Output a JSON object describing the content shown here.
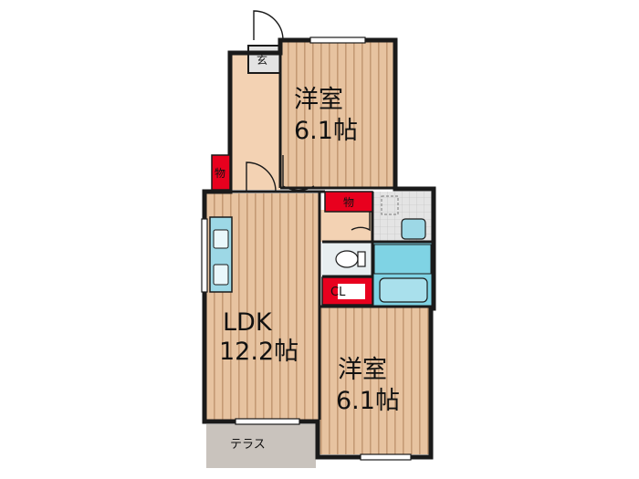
{
  "rooms": {
    "bedroom_top": {
      "name": "洋室",
      "size": "6.1帖"
    },
    "ldk": {
      "name": "LDK",
      "size": "12.2帖"
    },
    "bedroom_bottom": {
      "name": "洋室",
      "size": "6.1帖"
    },
    "entrance": {
      "label": "玄"
    },
    "storage_left": {
      "label": "物"
    },
    "storage_mid": {
      "label": "物"
    },
    "closet": {
      "label": "CL"
    },
    "terrace": {
      "label": "テラス"
    }
  },
  "colors": {
    "wood": "#e7c3a0",
    "wood_stripe": "#c49a74",
    "hall": "#f3d2b3",
    "wall": "#1a1a1a",
    "storage": "#e8001e",
    "water": "#7fd3e4",
    "wet_floor": "#dcdcdc",
    "terrace": "#c9c3bd"
  }
}
